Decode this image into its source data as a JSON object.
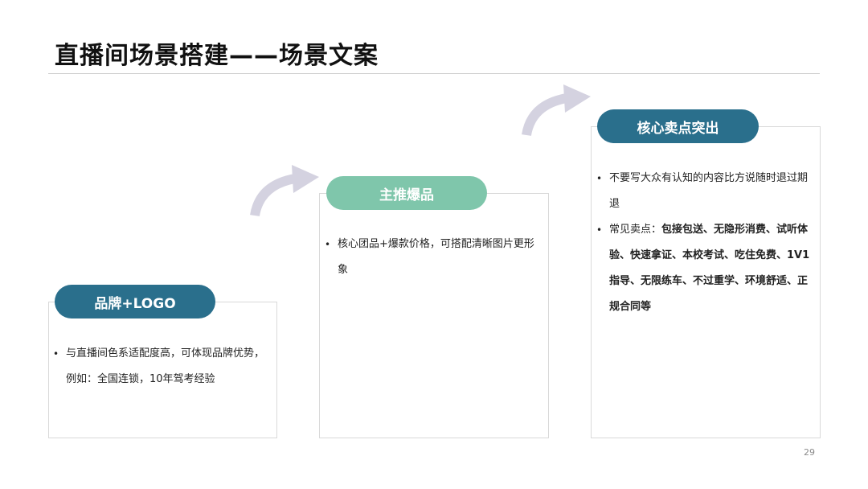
{
  "slide": {
    "title": "直播间场景搭建——场景文案",
    "page_number": "29"
  },
  "cards": [
    {
      "header": "品牌+LOGO",
      "bullets": [
        {
          "text": "与直播间色系适配度高，可体现品牌优势，例如：全国连锁，10年驾考经验"
        }
      ]
    },
    {
      "header": "主推爆品",
      "bullets": [
        {
          "text": "核心团品+爆款价格，可搭配清晰图片更形象"
        }
      ]
    },
    {
      "header": "核心卖点突出",
      "bullets": [
        {
          "text": "不要写大众有认知的内容比方说随时退过期退"
        },
        {
          "prefix": "常见卖点：",
          "bold": "包接包送、无隐形消费、试听体验、快速拿证、本校考试、吃住免费、1V1指导、无限练车、不过重学、环境舒适、正规合同等"
        }
      ]
    }
  ],
  "bullet_symbol": "•",
  "icons": [
    "curved-arrow-icon",
    "curved-arrow-icon"
  ],
  "colors": {
    "pill_blue": "#2a6f8c",
    "pill_green": "#7fc6ab",
    "arrow_gray": "#d4d2e0"
  }
}
